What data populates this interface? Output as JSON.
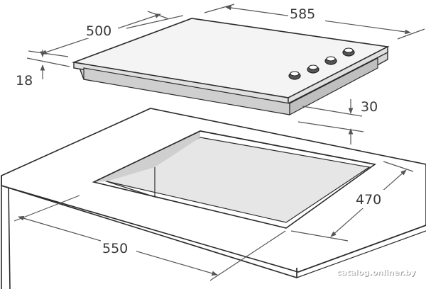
{
  "dimensions": {
    "hob_width": "585",
    "hob_depth": "500",
    "hob_glass_thickness": "18",
    "hob_body_height": "30",
    "cutout_depth": "470",
    "cutout_width": "550"
  },
  "watermark": "catalog.onliner.by",
  "colors": {
    "line": "#2b2b2b",
    "dimension_line": "#555555",
    "hob_top": "#f4f4f4",
    "hob_edge": "#d6d6d6",
    "cutout_fill": "#e6e6e6",
    "countertop": "#ffffff"
  }
}
